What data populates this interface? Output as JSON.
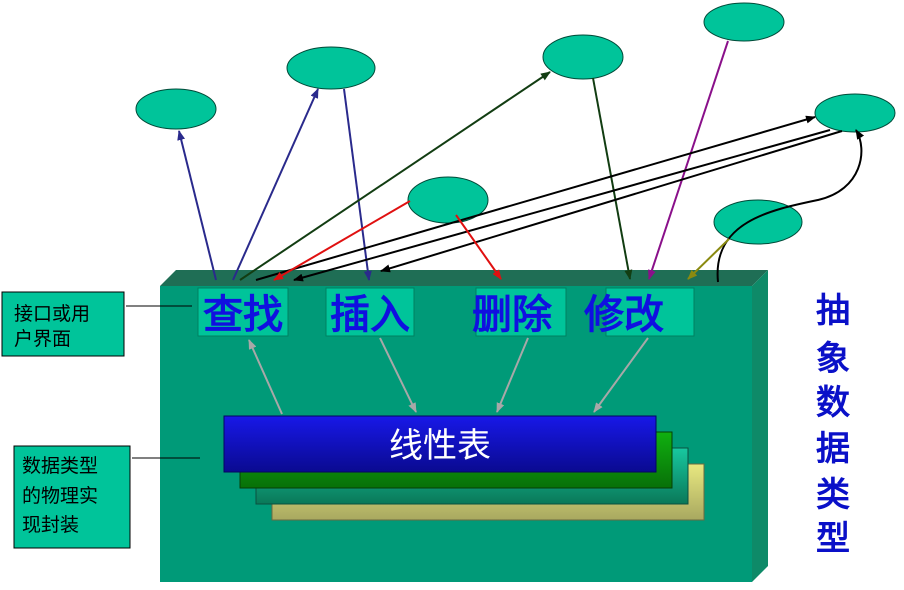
{
  "operations": [
    "查找",
    "插入",
    "删除",
    "修改"
  ],
  "core": "线性表",
  "labels": {
    "interface_line1": "接口或用",
    "interface_line2": "户界面",
    "physical_line1": "数据类型",
    "physical_line2": "的物理实",
    "physical_line3": "现封装"
  },
  "vertical_title": [
    "抽",
    "象",
    "数",
    "据",
    "类",
    "型"
  ],
  "colors": {
    "box": "#009a78",
    "box_top": "#1f6e55",
    "box_side": "#0e8a68",
    "ellipse": "#00c49a",
    "op_button": "#00c49a",
    "op_text": "#1010e0",
    "core_blue": "#1010c8",
    "title_blue": "#0a10c8"
  }
}
